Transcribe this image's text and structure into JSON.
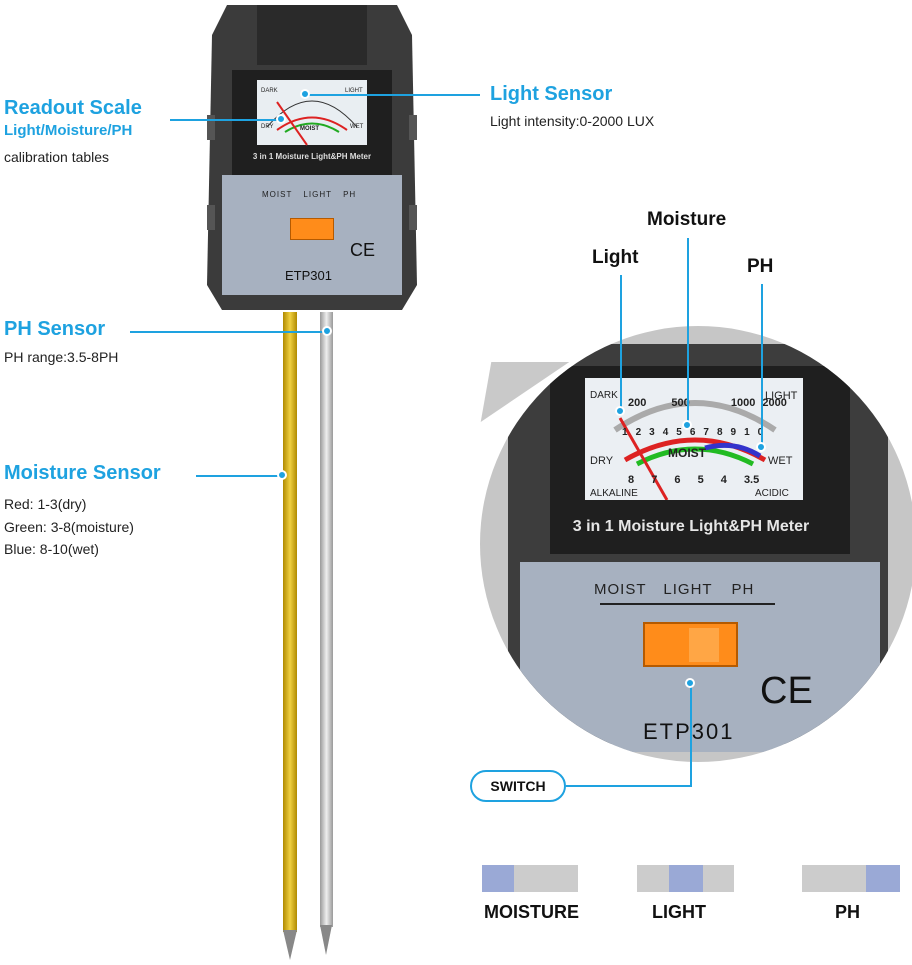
{
  "device": {
    "model": "ETP301",
    "panel_title": "3 in 1 Moisture Light&PH Meter",
    "switch_labels": [
      "MOIST",
      "LIGHT",
      "PH"
    ],
    "ce_mark": "CE",
    "dial": {
      "top_left": "DARK",
      "top_right": "LIGHT",
      "left_mid": "DRY",
      "right_mid": "WET",
      "bottom_left": "ALKALINE",
      "bottom_right": "ACIDIC",
      "center": "MOIST",
      "light_scale": [
        "200",
        "500",
        "1000",
        "2000"
      ],
      "moist_scale": [
        "1",
        "2",
        "3",
        "4",
        "5",
        "6",
        "7",
        "8",
        "9",
        "10"
      ],
      "ph_scale": [
        "8",
        "7",
        "6",
        "5",
        "4",
        "3.5"
      ]
    },
    "colors": {
      "body_dark": "#3a3a3a",
      "panel_grey": "#a9b3c2",
      "switch_orange": "#ff8c1a",
      "accent_blue": "#1ea2e0",
      "probe_yellow": "#e6b800",
      "probe_silver": "#c8c8c8"
    }
  },
  "callouts": {
    "readout": {
      "title": "Readout Scale",
      "subtitle": "Light/Moisture/PH",
      "desc": "calibration tables"
    },
    "light": {
      "title": "Light Sensor",
      "desc": "Light intensity:0-2000 LUX"
    },
    "ph": {
      "title": "PH Sensor",
      "desc": "PH range:3.5-8PH"
    },
    "moisture": {
      "title": "Moisture Sensor",
      "lines": [
        "Red: 1-3(dry)",
        "Green: 3-8(moisture)",
        "Blue: 8-10(wet)"
      ]
    }
  },
  "zoom_labels": {
    "light": "Light",
    "moisture": "Moisture",
    "ph": "PH",
    "switch": "SWITCH"
  },
  "modes": [
    {
      "label": "MOISTURE",
      "active_index": 0
    },
    {
      "label": "LIGHT",
      "active_index": 1
    },
    {
      "label": "PH",
      "active_index": 2
    },
    {
      "active_color": "#9aa9d6",
      "inactive_color": "#cccccc"
    }
  ]
}
